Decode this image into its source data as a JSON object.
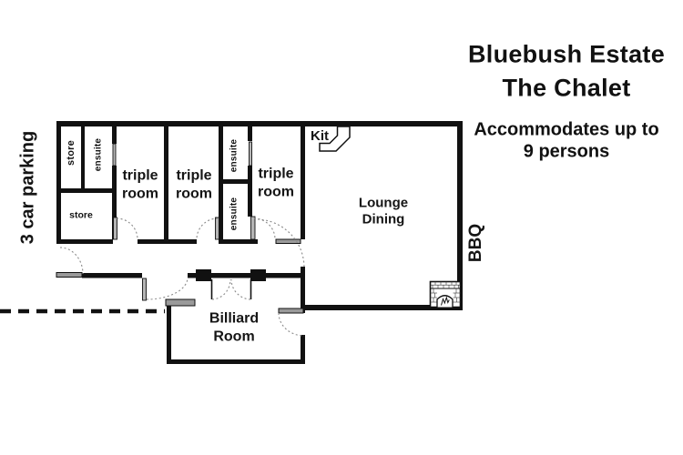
{
  "header": {
    "title_line1": "Bluebush Estate",
    "title_line2": "The Chalet",
    "subtitle_line1": "Accommodates up to",
    "subtitle_line2": "9 persons"
  },
  "exterior_labels": {
    "parking": "3 car parking",
    "bbq": "BBQ"
  },
  "rooms": {
    "store_upper": "store",
    "ensuite_nw": "ensuite",
    "store_lower": "store",
    "triple_room_1": "triple\nroom",
    "triple_room_2": "triple\nroom",
    "triple_room_3": "triple\nroom",
    "ensuite_mid_upper": "ensuite",
    "ensuite_mid_lower": "ensuite",
    "kitchen": "Kit",
    "lounge_dining": "Lounge\nDining",
    "billiard": "Billiard\nRoom"
  },
  "icons": {
    "fireplace": "fireplace-icon",
    "kitchen_counter": "kitchen-counter-icon"
  },
  "colors": {
    "wall": "#111111",
    "sill": "#9a9a9a",
    "door_leaf": "#b5b5b5",
    "door_arc": "#8a8a8a",
    "background": "#ffffff"
  }
}
